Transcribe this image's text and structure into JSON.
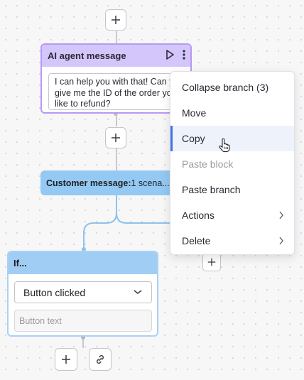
{
  "canvas": {
    "top_add_label": "Add block"
  },
  "ai_agent": {
    "title": "AI agent message",
    "message": "I can help you with that! Can you give me the ID of the order you'd like to refund?"
  },
  "customer_message": {
    "label": "Customer message:",
    "detail": "1 scena..."
  },
  "if_block": {
    "title": "If...",
    "selected_condition": "Button clicked",
    "text_placeholder": "Button text"
  },
  "context_menu": {
    "items": [
      {
        "label": "Collapse branch (3)"
      },
      {
        "label": "Move"
      },
      {
        "label": "Copy"
      },
      {
        "label": "Paste block"
      },
      {
        "label": "Paste branch"
      },
      {
        "label": "Actions"
      },
      {
        "label": "Delete"
      }
    ]
  },
  "colors": {
    "ai_header": "#d4c5fb",
    "customer_card": "#93c9f2",
    "if_header": "#a0cdf3",
    "menu_highlight": "#3f72e3"
  },
  "icons": [
    "plus-icon",
    "play-icon",
    "more-vertical-icon",
    "chevron-down-icon",
    "chevron-right-icon",
    "link-icon",
    "hand-pointer-cursor-icon"
  ]
}
